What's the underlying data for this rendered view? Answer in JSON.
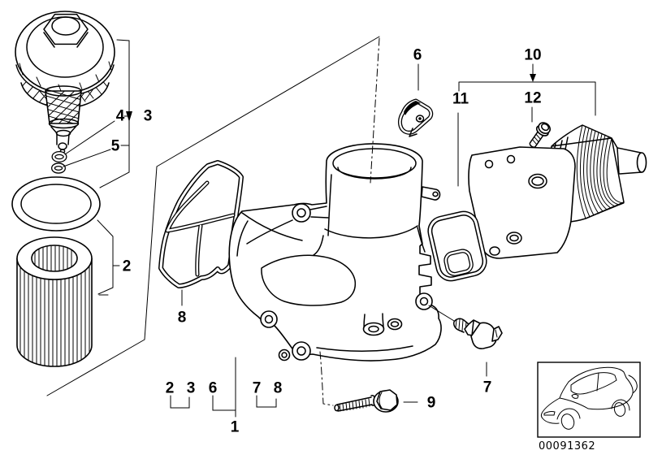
{
  "diagram": {
    "background": "#ffffff",
    "line_color": "#000000",
    "code": "00091362",
    "callouts": {
      "cap_assembly": "3",
      "o_ring_upper": "4",
      "o_ring_lower": "5",
      "filter_element": "2",
      "housing_gasket": "8",
      "clip": "6",
      "heat_exchanger_group": "10",
      "he_gasket": "11",
      "he_screw": "12",
      "pressure_switch": "7",
      "bolt": "9",
      "housing_assembly": "1",
      "bottom_row": [
        "2",
        "3",
        "6",
        "7",
        "8"
      ]
    },
    "parts": [
      {
        "callout": "1",
        "icon": "oil-filter-housing"
      },
      {
        "callout": "2",
        "icon": "oil-filter-element"
      },
      {
        "callout": "3",
        "icon": "filter-cover-cap"
      },
      {
        "callout": "4",
        "icon": "small-o-ring"
      },
      {
        "callout": "5",
        "icon": "small-o-ring"
      },
      {
        "callout": "6",
        "icon": "retaining-clip"
      },
      {
        "callout": "7",
        "icon": "oil-pressure-switch"
      },
      {
        "callout": "8",
        "icon": "housing-gasket"
      },
      {
        "callout": "9",
        "icon": "hex-bolt"
      },
      {
        "callout": "10",
        "icon": "heat-exchanger"
      },
      {
        "callout": "11",
        "icon": "heat-exchanger-gasket"
      },
      {
        "callout": "12",
        "icon": "screw-plug"
      }
    ],
    "thumbnail": {
      "icon": "vehicle-3q-view"
    }
  }
}
